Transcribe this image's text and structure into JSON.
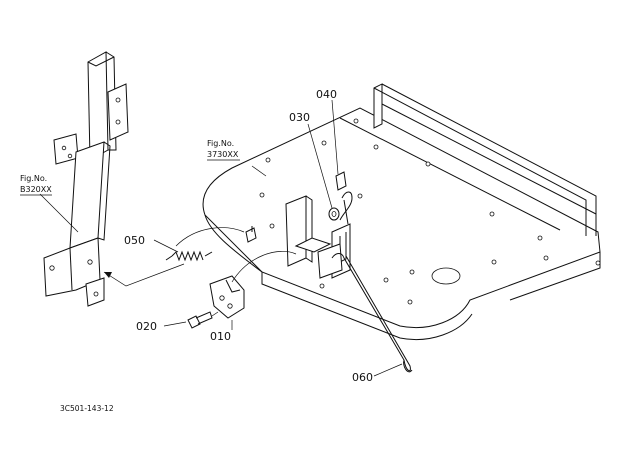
{
  "figure_refs": [
    {
      "line1": "Fig.No.",
      "line2": "B320XX"
    },
    {
      "line1": "Fig.No.",
      "line2": "3730XX"
    }
  ],
  "parts": [
    {
      "number": "010"
    },
    {
      "number": "020"
    },
    {
      "number": "030"
    },
    {
      "number": "040"
    },
    {
      "number": "050"
    },
    {
      "number": "060"
    }
  ],
  "drawing_code": "3C501-143-12"
}
